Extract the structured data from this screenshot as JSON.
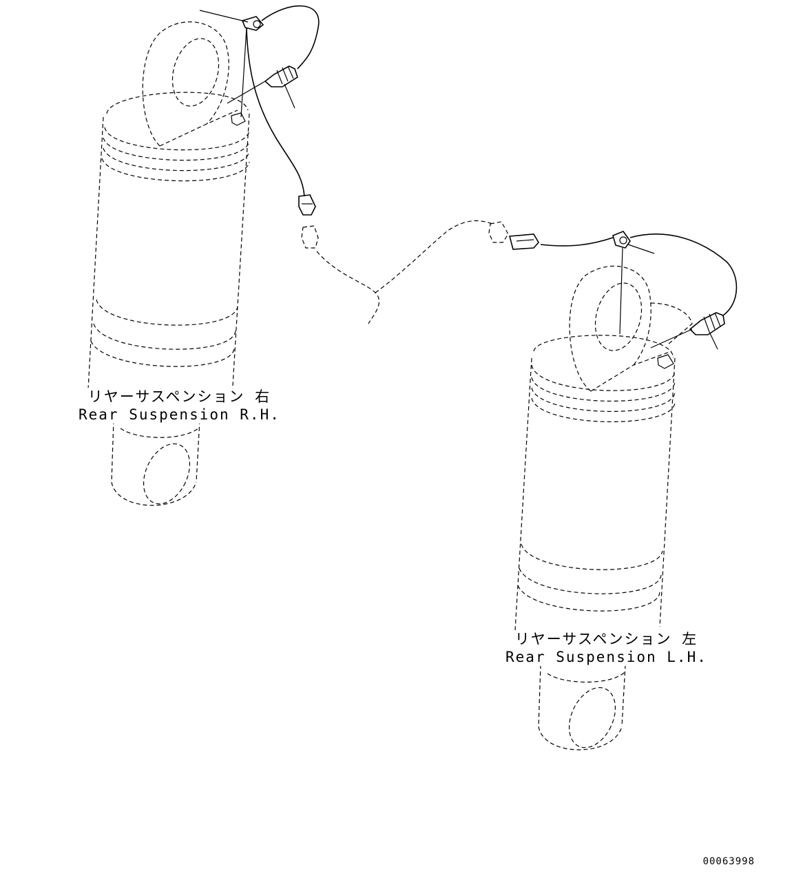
{
  "labels": {
    "rh_jp": "リヤーサスペンション 右",
    "rh_en": "Rear Suspension R.H.",
    "lh_jp": "リヤーサスペンション 左",
    "lh_en": "Rear Suspension L.H."
  },
  "reference_number": "00063998",
  "colors": {
    "line": "#000000",
    "background": "#ffffff"
  }
}
